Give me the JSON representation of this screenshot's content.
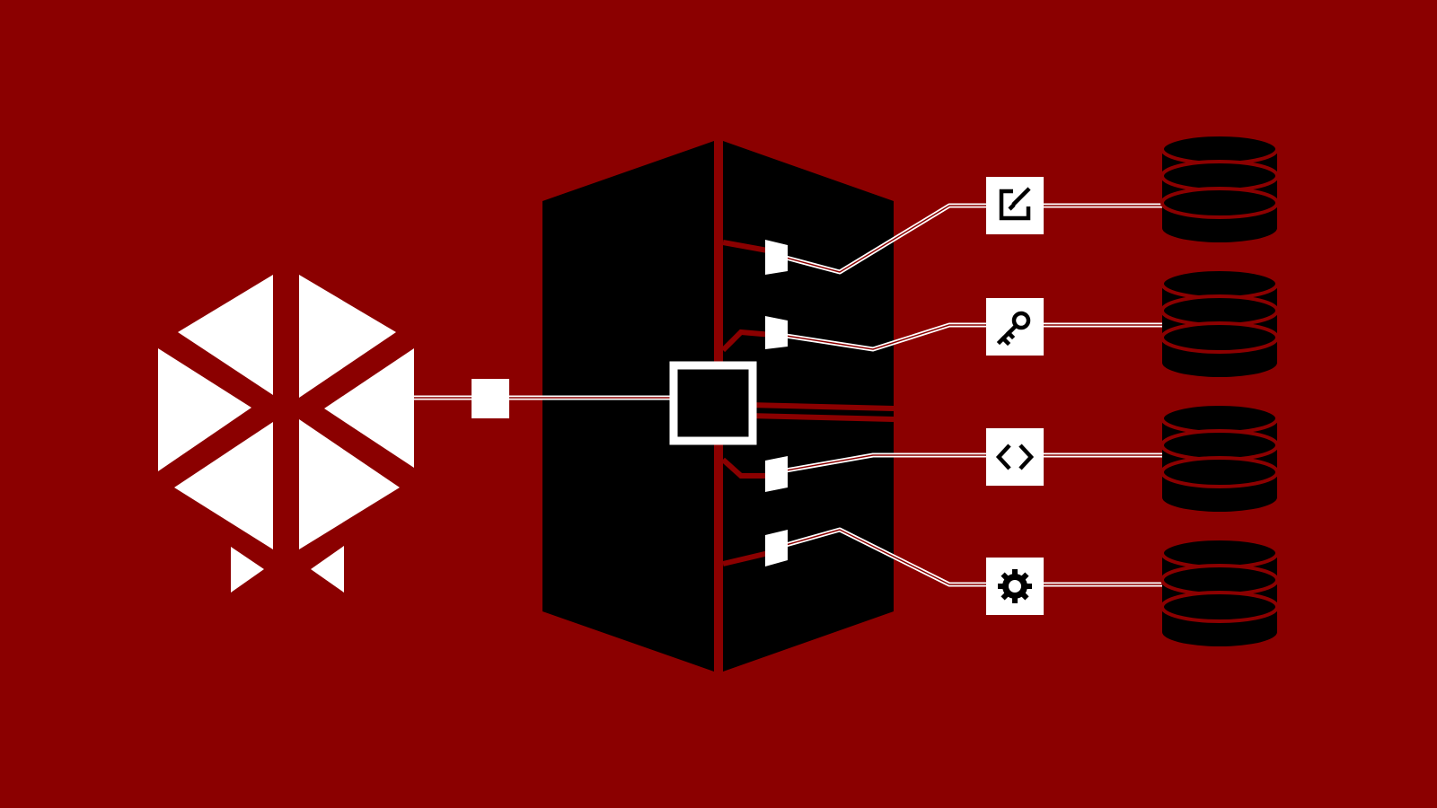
{
  "colors": {
    "background": "#8b0000",
    "server": "#000000",
    "line": "#ffffff",
    "database": "#000000",
    "database_ring": "#8b0000"
  },
  "logo": {
    "icon": "triangle-hexagon-logo"
  },
  "server": {
    "icon": "server-tower",
    "central_node": "empty-square-node"
  },
  "services": [
    {
      "icon": "edit-icon",
      "target": "database-1"
    },
    {
      "icon": "key-icon",
      "target": "database-2"
    },
    {
      "icon": "code-icon",
      "target": "database-3"
    },
    {
      "icon": "gear-icon",
      "target": "database-4"
    }
  ],
  "databases": [
    {
      "icon": "database-icon"
    },
    {
      "icon": "database-icon"
    },
    {
      "icon": "database-icon"
    },
    {
      "icon": "database-icon"
    }
  ]
}
